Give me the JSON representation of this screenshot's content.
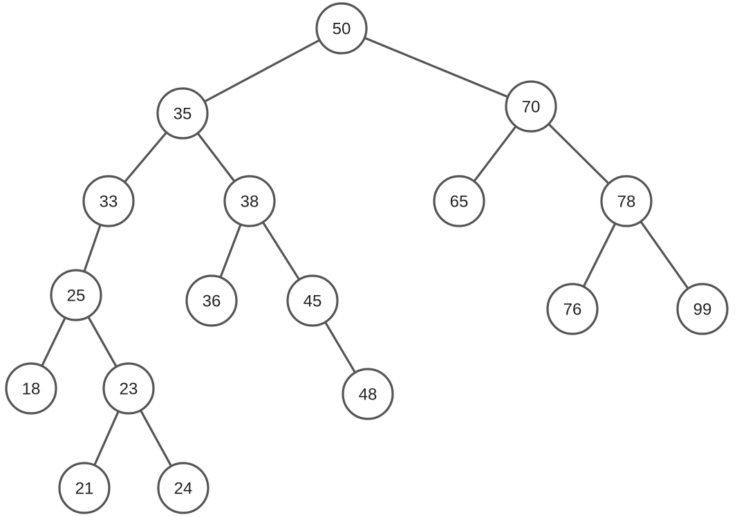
{
  "tree": {
    "nodes": [
      {
        "id": "n50",
        "label": "50"
      },
      {
        "id": "n35",
        "label": "35"
      },
      {
        "id": "n70",
        "label": "70"
      },
      {
        "id": "n33",
        "label": "33"
      },
      {
        "id": "n38",
        "label": "38"
      },
      {
        "id": "n65",
        "label": "65"
      },
      {
        "id": "n78",
        "label": "78"
      },
      {
        "id": "n25",
        "label": "25"
      },
      {
        "id": "n36",
        "label": "36"
      },
      {
        "id": "n45",
        "label": "45"
      },
      {
        "id": "n76",
        "label": "76"
      },
      {
        "id": "n99",
        "label": "99"
      },
      {
        "id": "n18",
        "label": "18"
      },
      {
        "id": "n23",
        "label": "23"
      },
      {
        "id": "n48",
        "label": "48"
      },
      {
        "id": "n21",
        "label": "21"
      },
      {
        "id": "n24",
        "label": "24"
      }
    ],
    "edges": [
      {
        "from": "n50",
        "to": "n35"
      },
      {
        "from": "n50",
        "to": "n70"
      },
      {
        "from": "n35",
        "to": "n33"
      },
      {
        "from": "n35",
        "to": "n38"
      },
      {
        "from": "n70",
        "to": "n65"
      },
      {
        "from": "n70",
        "to": "n78"
      },
      {
        "from": "n33",
        "to": "n25"
      },
      {
        "from": "n38",
        "to": "n36"
      },
      {
        "from": "n38",
        "to": "n45"
      },
      {
        "from": "n78",
        "to": "n76"
      },
      {
        "from": "n78",
        "to": "n99"
      },
      {
        "from": "n25",
        "to": "n18"
      },
      {
        "from": "n25",
        "to": "n23"
      },
      {
        "from": "n45",
        "to": "n48"
      },
      {
        "from": "n23",
        "to": "n21"
      },
      {
        "from": "n23",
        "to": "n24"
      }
    ]
  }
}
